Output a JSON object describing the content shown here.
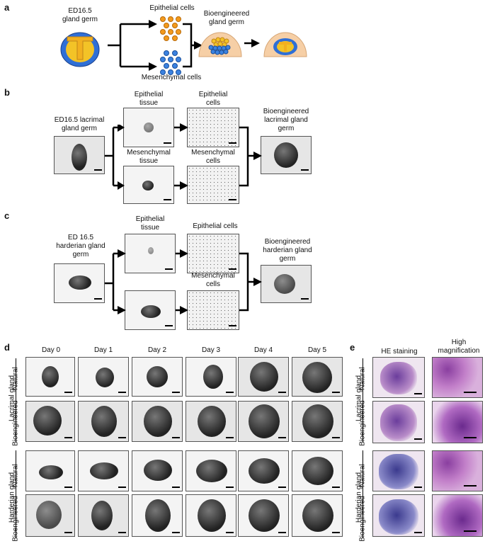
{
  "panels": {
    "a": {
      "label": "a",
      "germ_label": "ED16.5\ngland germ",
      "epithelial": "Epithelial cells",
      "mesenchymal": "Mesenchymal cells",
      "bioengineered": "Bioengineered\ngland germ"
    },
    "b": {
      "label": "b",
      "germ": "ED16.5 lacrimal\ngland germ",
      "epi_tissue": "Epithelial\ntissue",
      "epi_cells": "Epithelial\ncells",
      "mes_tissue": "Mesenchymal\ntissue",
      "mes_cells": "Mesenchymal\ncells",
      "bio": "Bioengineered\nlacrimal gland\ngerm"
    },
    "c": {
      "label": "c",
      "germ": "ED 16.5\nharderian gland\ngerm",
      "epi_tissue": "Epithelial\ntissue",
      "epi_cells": "Epithelial cells",
      "mes_cells": "Mesenchymal\ncells",
      "bio": "Bioengineered\nharderian gland\ngerm"
    },
    "d": {
      "label": "d",
      "days": [
        "Day 0",
        "Day 1",
        "Day 2",
        "Day 3",
        "Day 4",
        "Day 5"
      ],
      "lacrimal": "Lacrimal gland",
      "harderian": "Harderian gland",
      "natural": "Natural",
      "bioengineered": "Bioengineered"
    },
    "e": {
      "label": "e",
      "he": "HE staining",
      "high": "High\nmagnification",
      "lacrimal": "Lacrimal gland",
      "harderian": "Harderian gland",
      "natural": "Natural",
      "bioengineered": "Bioengineered"
    }
  }
}
